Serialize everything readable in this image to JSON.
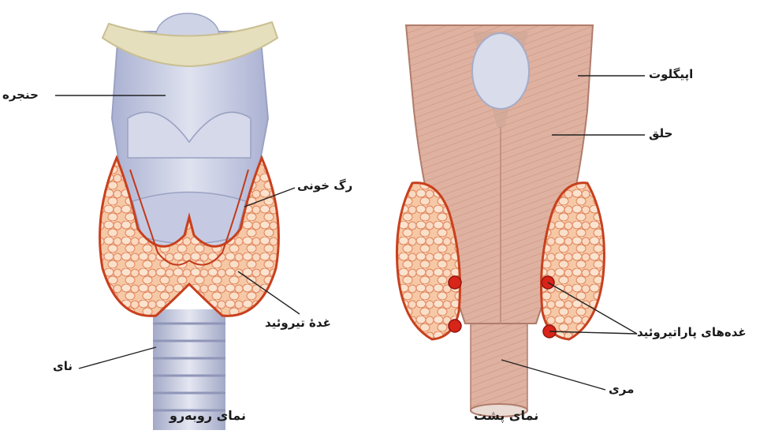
{
  "figure": {
    "front_view": {
      "caption": "نمای روبه‌رو",
      "labels": {
        "larynx": "حنجره",
        "blood_vessel": "رگ خونی",
        "thyroid_gland": "غدهٔ تیروئید",
        "trachea": "نای"
      }
    },
    "back_view": {
      "caption": "نمای پشت",
      "labels": {
        "epiglottis": "اپیگلوت",
        "pharynx": "حلق",
        "parathyroid_glands": "غده‌های پاراتیروئید",
        "esophagus": "مری"
      }
    }
  },
  "colors": {
    "cartilage": "#cfd3e6",
    "cartilage_shade": "#a9b0cf",
    "hyoid": "#e4dcb8",
    "gland": "#f6c6a2",
    "gland_edge": "#c8401e",
    "parathyroid": "#d9241a",
    "pharynx": "#deaf9e",
    "pharynx_edge": "#b07c6c",
    "leader_line": "#222222"
  }
}
